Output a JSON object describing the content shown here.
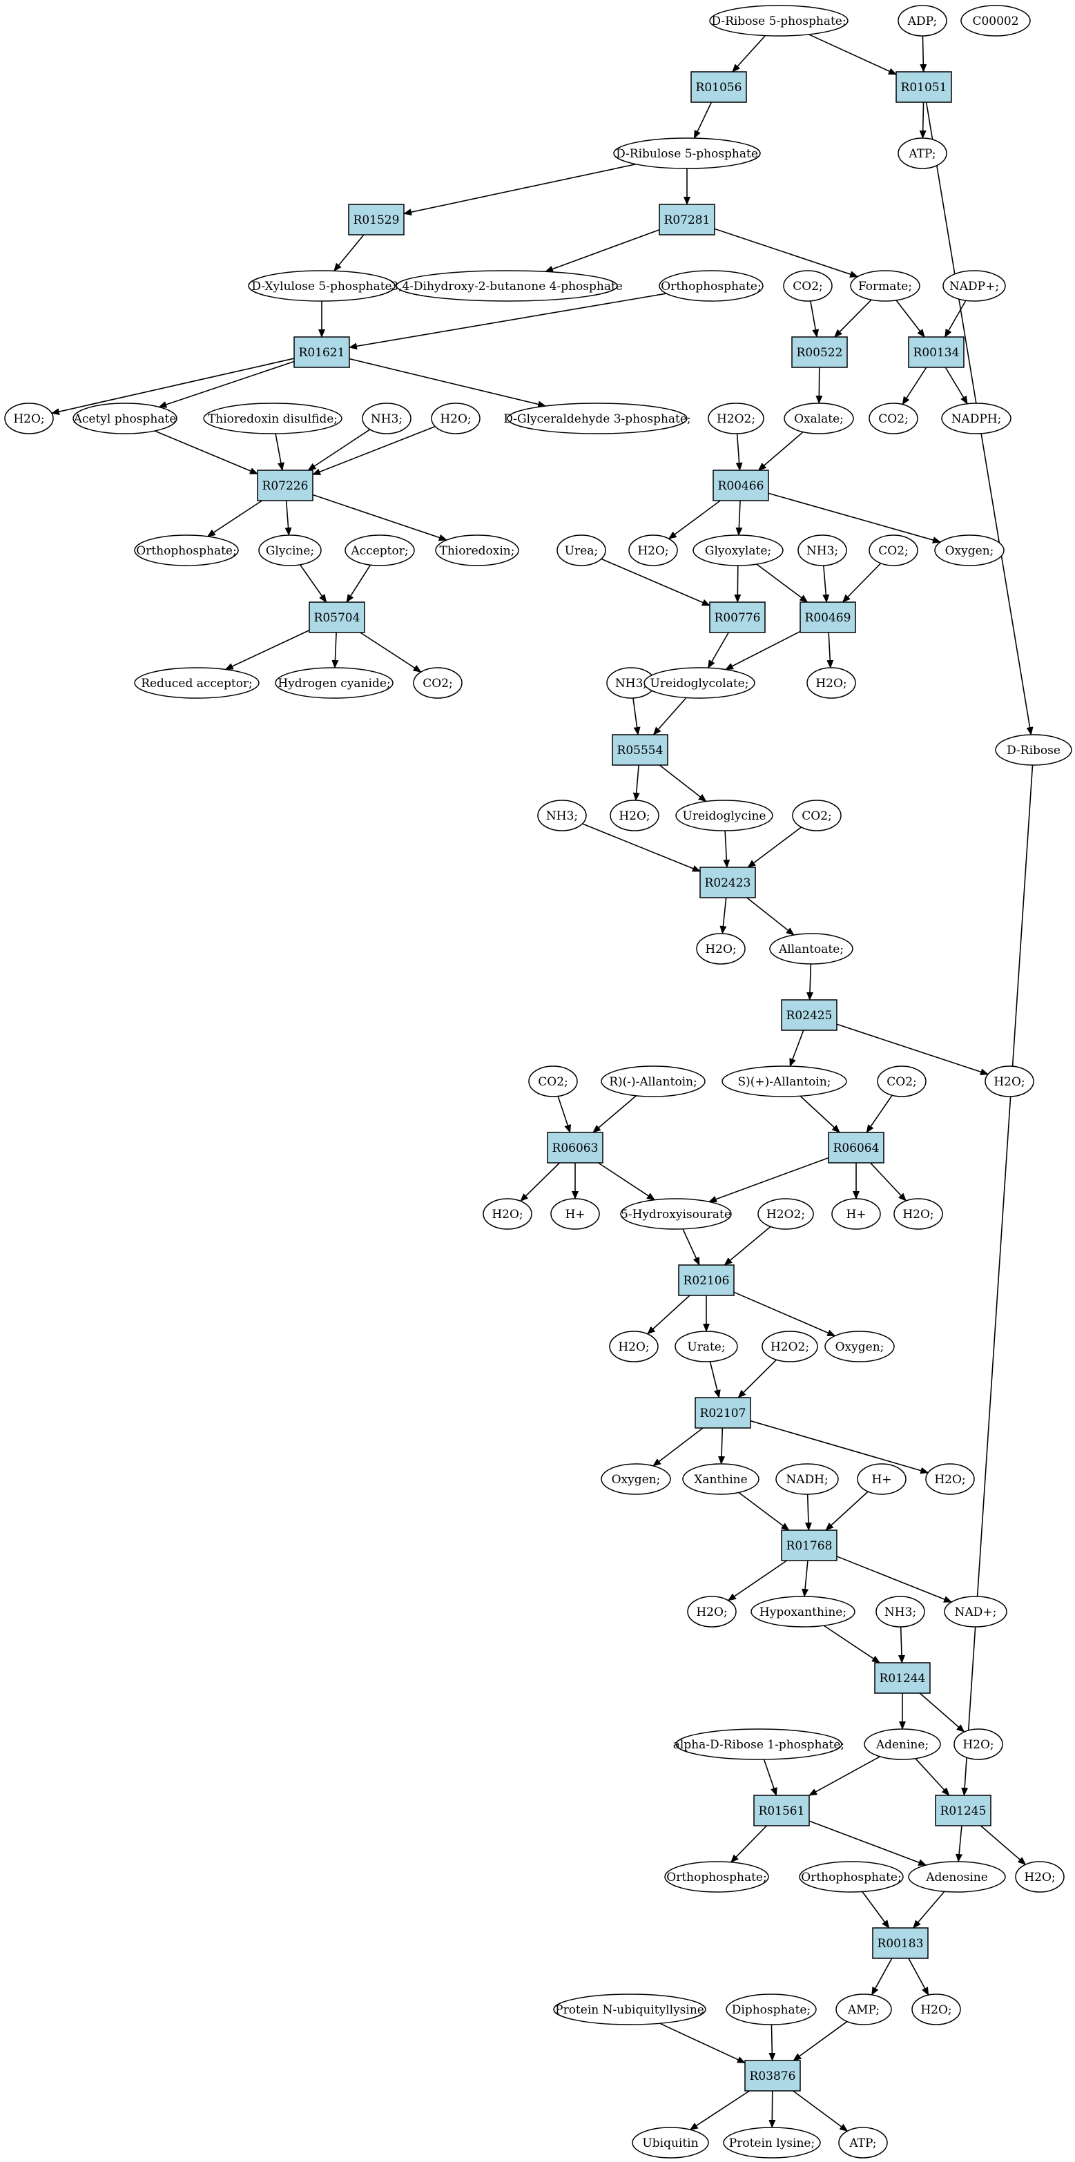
{
  "colors": {
    "reaction_fill": "#add8e6",
    "compound_fill": "#ffffff",
    "start_fill": "#00ee00",
    "highlight_fill": "#ffff00",
    "stroke": "#000000"
  },
  "reactions": [
    {
      "id": "R01056",
      "label": "R01056"
    },
    {
      "id": "R01051",
      "label": "R01051"
    },
    {
      "id": "R01529",
      "label": "R01529"
    },
    {
      "id": "R07281",
      "label": "R07281"
    },
    {
      "id": "R01621",
      "label": "R01621"
    },
    {
      "id": "R00522",
      "label": "R00522"
    },
    {
      "id": "R00134",
      "label": "R00134"
    },
    {
      "id": "R07226",
      "label": "R07226"
    },
    {
      "id": "R00466",
      "label": "R00466"
    },
    {
      "id": "R05704",
      "label": "R05704"
    },
    {
      "id": "R00776",
      "label": "R00776"
    },
    {
      "id": "R00469",
      "label": "R00469"
    },
    {
      "id": "R05554",
      "label": "R05554"
    },
    {
      "id": "R02423",
      "label": "R02423"
    },
    {
      "id": "R02425",
      "label": "R02425"
    },
    {
      "id": "R06063",
      "label": "R06063"
    },
    {
      "id": "R06064",
      "label": "R06064"
    },
    {
      "id": "R02106",
      "label": "R02106"
    },
    {
      "id": "R02107",
      "label": "R02107"
    },
    {
      "id": "R01768",
      "label": "R01768"
    },
    {
      "id": "R01244",
      "label": "R01244"
    },
    {
      "id": "R01561",
      "label": "R01561"
    },
    {
      "id": "R01245",
      "label": "R01245"
    },
    {
      "id": "R00183",
      "label": "R00183"
    },
    {
      "id": "R03876",
      "label": "R03876"
    }
  ],
  "compounds": [
    {
      "id": "c_r5p",
      "label": "D-Ribose 5-phosphate;",
      "fill": "start"
    },
    {
      "id": "c_adp",
      "label": "ADP;"
    },
    {
      "id": "c_c00002",
      "label": "C00002",
      "fill": "highlight"
    },
    {
      "id": "c_atp1",
      "label": "ATP;"
    },
    {
      "id": "c_ru5p",
      "label": "D-Ribulose 5-phosphate"
    },
    {
      "id": "c_xu5p",
      "label": "D-Xylulose 5-phosphate"
    },
    {
      "id": "c_dhbp",
      "label": "3,4-Dihydroxy-2-butanone 4-phosphate"
    },
    {
      "id": "c_pi1",
      "label": "Orthophosphate;"
    },
    {
      "id": "c_co2a",
      "label": "CO2;"
    },
    {
      "id": "c_formate",
      "label": "Formate;"
    },
    {
      "id": "c_nadp",
      "label": "NADP+;"
    },
    {
      "id": "c_h2oa",
      "label": "H2O;"
    },
    {
      "id": "c_acp",
      "label": "Acetyl phosphate"
    },
    {
      "id": "c_trxss",
      "label": "Thioredoxin disulfide;"
    },
    {
      "id": "c_nh3a",
      "label": "NH3;"
    },
    {
      "id": "c_h2ob",
      "label": "H2O;"
    },
    {
      "id": "c_g3p",
      "label": "D-Glyceraldehyde 3-phosphate;"
    },
    {
      "id": "c_h2o2a",
      "label": "H2O2;"
    },
    {
      "id": "c_oxalate",
      "label": "Oxalate;"
    },
    {
      "id": "c_co2b",
      "label": "CO2;"
    },
    {
      "id": "c_nadph",
      "label": "NADPH;"
    },
    {
      "id": "c_pi2",
      "label": "Orthophosphate;"
    },
    {
      "id": "c_gly",
      "label": "Glycine;"
    },
    {
      "id": "c_acc",
      "label": "Acceptor;"
    },
    {
      "id": "c_trx",
      "label": "Thioredoxin;"
    },
    {
      "id": "c_urea",
      "label": "Urea;"
    },
    {
      "id": "c_h2oc",
      "label": "H2O;"
    },
    {
      "id": "c_glyox",
      "label": "Glyoxylate;"
    },
    {
      "id": "c_nh3b",
      "label": "NH3;"
    },
    {
      "id": "c_co2c",
      "label": "CO2;"
    },
    {
      "id": "c_oxy1",
      "label": "Oxygen;"
    },
    {
      "id": "c_redacc",
      "label": "Reduced acceptor;"
    },
    {
      "id": "c_hcn",
      "label": "Hydrogen cyanide;"
    },
    {
      "id": "c_co2d",
      "label": "CO2;"
    },
    {
      "id": "c_nh3c",
      "label": "NH3;"
    },
    {
      "id": "c_ugc",
      "label": "Ureidoglycolate;"
    },
    {
      "id": "c_h2od",
      "label": "H2O;"
    },
    {
      "id": "c_ribose",
      "label": "D-Ribose"
    },
    {
      "id": "c_h2oe",
      "label": "H2O;"
    },
    {
      "id": "c_nh3d",
      "label": "NH3;"
    },
    {
      "id": "c_ugly",
      "label": "Ureidoglycine"
    },
    {
      "id": "c_co2e",
      "label": "CO2;"
    },
    {
      "id": "c_h2of",
      "label": "H2O;"
    },
    {
      "id": "c_allantoate",
      "label": "Allantoate;"
    },
    {
      "id": "c_h2og",
      "label": "H2O;"
    },
    {
      "id": "c_co2f",
      "label": "CO2;"
    },
    {
      "id": "c_rall",
      "label": "R)(-)-Allantoin;"
    },
    {
      "id": "c_sall",
      "label": "S)(+)-Allantoin;"
    },
    {
      "id": "c_co2g",
      "label": "CO2;"
    },
    {
      "id": "c_h2oh",
      "label": "H2O;"
    },
    {
      "id": "c_hplus1",
      "label": "H+"
    },
    {
      "id": "c_5hiu",
      "label": "5-Hydroxyisourate"
    },
    {
      "id": "c_h2o2b",
      "label": "H2O2;"
    },
    {
      "id": "c_hplus2",
      "label": "H+"
    },
    {
      "id": "c_h2oi",
      "label": "H2O;"
    },
    {
      "id": "c_h2oj",
      "label": "H2O;"
    },
    {
      "id": "c_urate",
      "label": "Urate;"
    },
    {
      "id": "c_h2o2c",
      "label": "H2O2;"
    },
    {
      "id": "c_oxy2",
      "label": "Oxygen;"
    },
    {
      "id": "c_oxy3",
      "label": "Oxygen;"
    },
    {
      "id": "c_xan",
      "label": "Xanthine"
    },
    {
      "id": "c_nadh",
      "label": "NADH;"
    },
    {
      "id": "c_hplus3",
      "label": "H+"
    },
    {
      "id": "c_h2ok",
      "label": "H2O;"
    },
    {
      "id": "c_h2ol",
      "label": "H2O;"
    },
    {
      "id": "c_hypox",
      "label": "Hypoxanthine;"
    },
    {
      "id": "c_nh3e",
      "label": "NH3;"
    },
    {
      "id": "c_nad",
      "label": "NAD+;"
    },
    {
      "id": "c_h2om",
      "label": "H2O;"
    },
    {
      "id": "c_ar1p",
      "label": "alpha-D-Ribose 1-phosphate;"
    },
    {
      "id": "c_adenine",
      "label": "Adenine;"
    },
    {
      "id": "c_pi3",
      "label": "Orthophosphate;"
    },
    {
      "id": "c_pi4",
      "label": "Orthophosphate;"
    },
    {
      "id": "c_adenosine",
      "label": "Adenosine"
    },
    {
      "id": "c_h2on",
      "label": "H2O;"
    },
    {
      "id": "c_pnubl",
      "label": "Protein N-ubiquityllysine"
    },
    {
      "id": "c_ppi",
      "label": "Diphosphate;"
    },
    {
      "id": "c_amp",
      "label": "AMP;"
    },
    {
      "id": "c_h2oo",
      "label": "H2O;"
    },
    {
      "id": "c_ubq",
      "label": "Ubiquitin"
    },
    {
      "id": "c_plys",
      "label": "Protein lysine;"
    },
    {
      "id": "c_atp2",
      "label": "ATP;"
    }
  ],
  "edges": [
    [
      "c_r5p",
      "R01056"
    ],
    [
      "c_r5p",
      "R01051"
    ],
    [
      "c_adp",
      "R01051"
    ],
    [
      "R01051",
      "c_atp1"
    ],
    [
      "R01051",
      "c_ribose"
    ],
    [
      "R01056",
      "c_ru5p"
    ],
    [
      "c_ru5p",
      "R01529"
    ],
    [
      "c_ru5p",
      "R07281"
    ],
    [
      "R01529",
      "c_xu5p"
    ],
    [
      "R07281",
      "c_dhbp"
    ],
    [
      "R07281",
      "c_formate"
    ],
    [
      "c_xu5p",
      "R01621"
    ],
    [
      "c_pi1",
      "R01621"
    ],
    [
      "c_co2a",
      "R00522"
    ],
    [
      "c_formate",
      "R00522"
    ],
    [
      "c_formate",
      "R00134"
    ],
    [
      "c_nadp",
      "R00134"
    ],
    [
      "R01621",
      "c_h2oa"
    ],
    [
      "R01621",
      "c_acp"
    ],
    [
      "R01621",
      "c_g3p"
    ],
    [
      "R00522",
      "c_oxalate"
    ],
    [
      "R00134",
      "c_co2b"
    ],
    [
      "R00134",
      "c_nadph"
    ],
    [
      "c_acp",
      "R07226"
    ],
    [
      "c_trxss",
      "R07226"
    ],
    [
      "c_nh3a",
      "R07226"
    ],
    [
      "c_h2ob",
      "R07226"
    ],
    [
      "c_h2o2a",
      "R00466"
    ],
    [
      "c_oxalate",
      "R00466"
    ],
    [
      "R07226",
      "c_pi2"
    ],
    [
      "R07226",
      "c_gly"
    ],
    [
      "R07226",
      "c_trx"
    ],
    [
      "R00466",
      "c_h2oc"
    ],
    [
      "R00466",
      "c_glyox"
    ],
    [
      "R00466",
      "c_oxy1"
    ],
    [
      "c_gly",
      "R05704"
    ],
    [
      "c_acc",
      "R05704"
    ],
    [
      "c_urea",
      "R00776"
    ],
    [
      "c_glyox",
      "R00776"
    ],
    [
      "c_glyox",
      "R00469"
    ],
    [
      "c_nh3b",
      "R00469"
    ],
    [
      "c_co2c",
      "R00469"
    ],
    [
      "R05704",
      "c_redacc"
    ],
    [
      "R05704",
      "c_hcn"
    ],
    [
      "R05704",
      "c_co2d"
    ],
    [
      "R00776",
      "c_ugc"
    ],
    [
      "R00469",
      "c_ugc"
    ],
    [
      "R00469",
      "c_h2od"
    ],
    [
      "c_nh3c",
      "R05554"
    ],
    [
      "c_ugc",
      "R05554"
    ],
    [
      "R05554",
      "c_h2oe"
    ],
    [
      "R05554",
      "c_ugly"
    ],
    [
      "c_nh3d",
      "R02423"
    ],
    [
      "c_ugly",
      "R02423"
    ],
    [
      "c_co2e",
      "R02423"
    ],
    [
      "R02423",
      "c_h2of"
    ],
    [
      "R02423",
      "c_allantoate"
    ],
    [
      "c_allantoate",
      "R02425"
    ],
    [
      "R02425",
      "c_sall"
    ],
    [
      "R02425",
      "c_h2og"
    ],
    [
      "c_co2f",
      "R06063"
    ],
    [
      "c_rall",
      "R06063"
    ],
    [
      "c_sall",
      "R06064"
    ],
    [
      "c_co2g",
      "R06064"
    ],
    [
      "R06063",
      "c_h2oh"
    ],
    [
      "R06063",
      "c_hplus1"
    ],
    [
      "R06063",
      "c_5hiu"
    ],
    [
      "R06064",
      "c_5hiu"
    ],
    [
      "R06064",
      "c_hplus2"
    ],
    [
      "R06064",
      "c_h2oi"
    ],
    [
      "c_5hiu",
      "R02106"
    ],
    [
      "c_h2o2b",
      "R02106"
    ],
    [
      "R02106",
      "c_h2oj"
    ],
    [
      "R02106",
      "c_urate"
    ],
    [
      "R02106",
      "c_oxy2"
    ],
    [
      "c_urate",
      "R02107"
    ],
    [
      "c_h2o2c",
      "R02107"
    ],
    [
      "R02107",
      "c_oxy3"
    ],
    [
      "R02107",
      "c_xan"
    ],
    [
      "R02107",
      "c_h2ok"
    ],
    [
      "c_xan",
      "R01768"
    ],
    [
      "c_nadh",
      "R01768"
    ],
    [
      "c_hplus3",
      "R01768"
    ],
    [
      "R01768",
      "c_h2ol"
    ],
    [
      "R01768",
      "c_hypox"
    ],
    [
      "R01768",
      "c_nad"
    ],
    [
      "c_hypox",
      "R01244"
    ],
    [
      "c_nh3e",
      "R01244"
    ],
    [
      "R01244",
      "c_adenine"
    ],
    [
      "R01244",
      "c_h2om"
    ],
    [
      "c_ar1p",
      "R01561"
    ],
    [
      "c_adenine",
      "R01561"
    ],
    [
      "c_adenine",
      "R01245"
    ],
    [
      "c_ribose",
      "R01245"
    ],
    [
      "R01561",
      "c_pi3"
    ],
    [
      "R01561",
      "c_adenosine"
    ],
    [
      "R01245",
      "c_adenosine"
    ],
    [
      "R01245",
      "c_h2on"
    ],
    [
      "c_pi4",
      "R00183"
    ],
    [
      "c_adenosine",
      "R00183"
    ],
    [
      "R00183",
      "c_amp"
    ],
    [
      "R00183",
      "c_h2oo"
    ],
    [
      "c_pnubl",
      "R03876"
    ],
    [
      "c_ppi",
      "R03876"
    ],
    [
      "c_amp",
      "R03876"
    ],
    [
      "R03876",
      "c_ubq"
    ],
    [
      "R03876",
      "c_plys"
    ],
    [
      "R03876",
      "c_atp2"
    ]
  ]
}
